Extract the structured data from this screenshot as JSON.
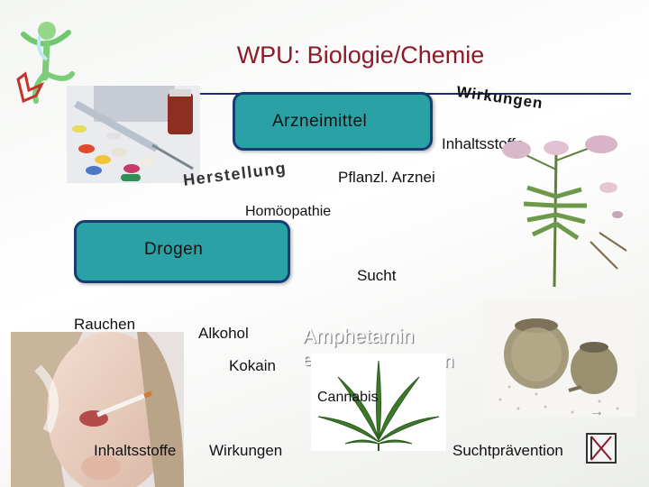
{
  "slide": {
    "title": "WPU: Biologie/Chemie",
    "labels": {
      "wirkungen": "Wirkungen",
      "arzneimittel": "Arzneimittel",
      "inhaltsstoffe_top": "Inhaltsstoffe",
      "herstellung": "Herstellung",
      "pflanzl_arznei": "Pflanzl. Arznei",
      "homoeopathie": "Homöopathie",
      "drogen": "Drogen",
      "sucht": "Sucht",
      "rauchen": "Rauchen",
      "alkohol": "Alkohol",
      "amphetamin": "Amphetamin",
      "kokain": "Kokain",
      "heroin_hidden": "e",
      "heroin_tail": "in",
      "cannabis": "Cannabis",
      "inhaltsstoffe_bottom": "Inhaltsstoffe",
      "wirkungen_bottom": "Wirkungen",
      "suchtpraevention": "Suchtprävention"
    }
  },
  "colors": {
    "title": "#8b1b2b",
    "box_fill": "#2aa2a5",
    "box_border": "#173c72",
    "rule": "#1f2a7a"
  },
  "icons": {
    "logo": "dancing-figure-logo",
    "nav": "forward-arrow-icon",
    "end": "end-slide-icon"
  }
}
